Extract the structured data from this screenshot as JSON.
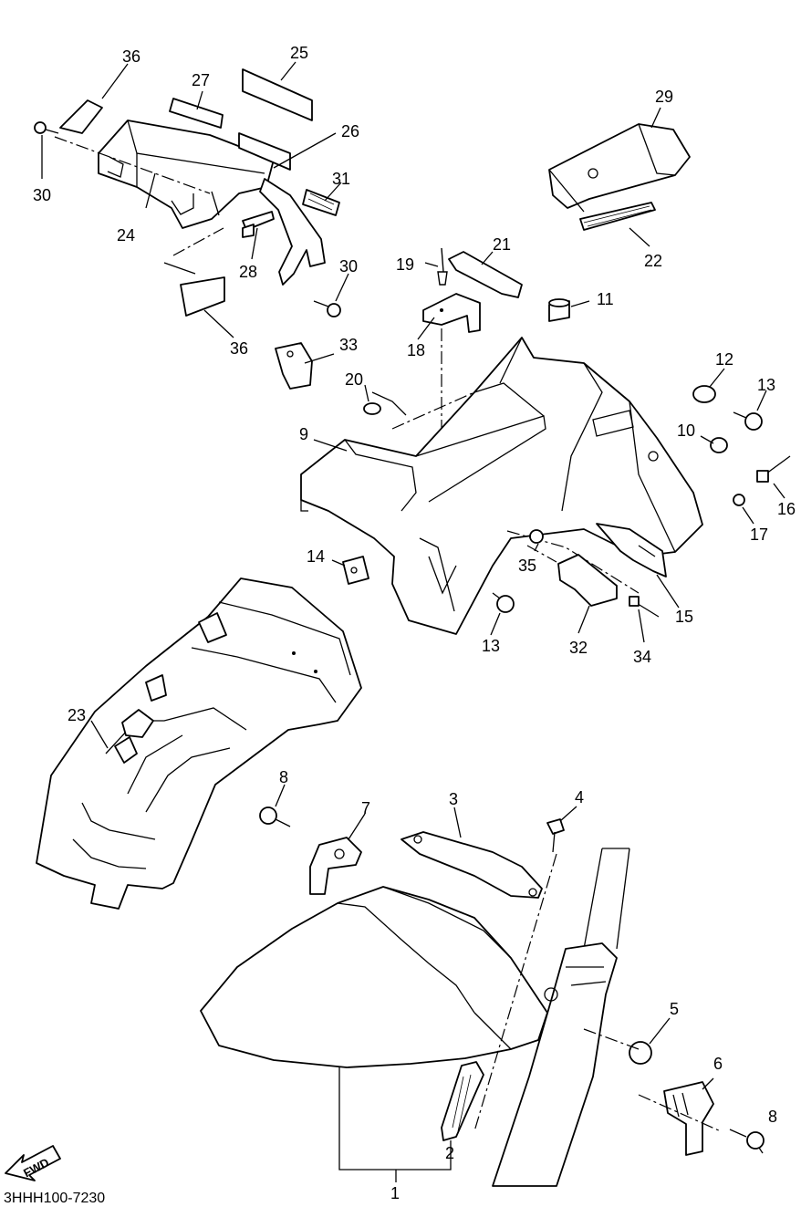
{
  "diagram_code": "3HHH100-7230",
  "fwd_label": "FWD",
  "callouts": {
    "p1": "1",
    "p2": "2",
    "p3": "3",
    "p4": "4",
    "p5": "5",
    "p6": "6",
    "p7": "7",
    "p8a": "8",
    "p8b": "8",
    "p9": "9",
    "p10": "10",
    "p11": "11",
    "p12": "12",
    "p13a": "13",
    "p13b": "13",
    "p14": "14",
    "p15": "15",
    "p16": "16",
    "p17": "17",
    "p18": "18",
    "p19": "19",
    "p20": "20",
    "p21": "21",
    "p22": "22",
    "p23": "23",
    "p24": "24",
    "p25": "25",
    "p26": "26",
    "p27": "27",
    "p28": "28",
    "p29": "29",
    "p30a": "30",
    "p30b": "30",
    "p31": "31",
    "p32": "32",
    "p33": "33",
    "p34": "34",
    "p35": "35",
    "p36a": "36",
    "p36b": "36"
  }
}
